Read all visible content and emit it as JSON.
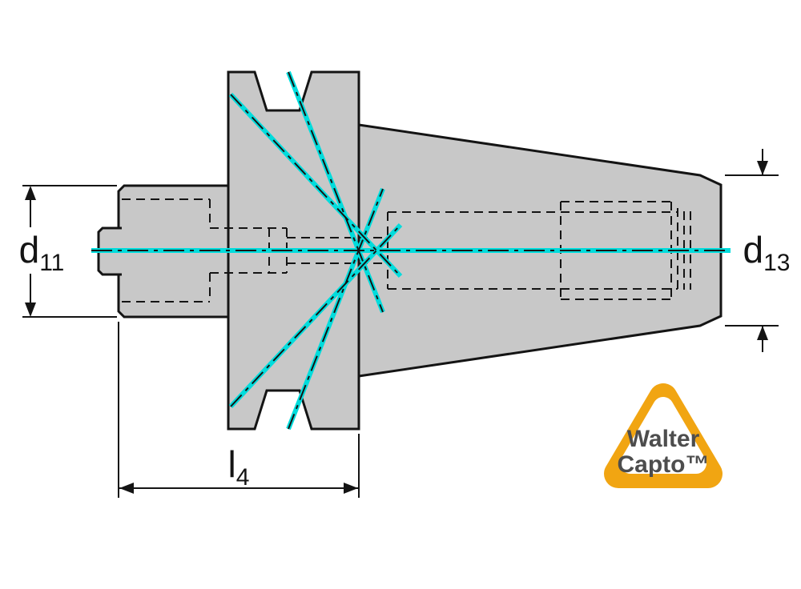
{
  "dims": {
    "d11": {
      "letter": "d",
      "sub": "11"
    },
    "d13": {
      "letter": "d",
      "sub": "13"
    },
    "l4": {
      "letter": "l",
      "sub": "4"
    }
  },
  "logo": {
    "line1": "Walter",
    "line2": "Capto™"
  },
  "colors": {
    "background": "#ffffff",
    "part_fill": "#c8c8c8",
    "outline": "#141414",
    "centerline_cyan": "#00dcdc",
    "logo_orange": "#f1a512",
    "logo_inner": "#ffffff",
    "logo_text": "#4d4d4d"
  }
}
